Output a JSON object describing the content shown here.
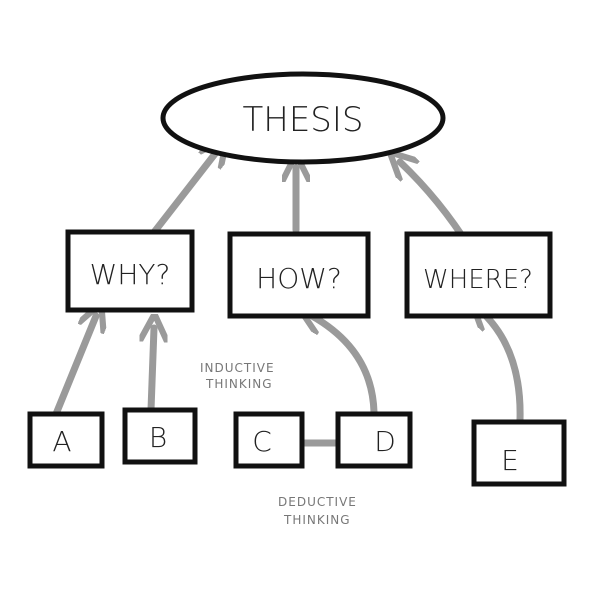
{
  "thesis": "THESIS",
  "questions": [
    "WHY?",
    "HOW?",
    "WHERE?"
  ],
  "evidence": [
    "A",
    "B",
    "C",
    "D",
    "E"
  ],
  "annotations": {
    "inductive_1": "INDUCTIVE",
    "inductive_2": "THINKING",
    "deductive_1": "DEDUCTIVE",
    "deductive_2": "THINKING"
  },
  "colors": {
    "stroke": "#111111",
    "arrow": "#9a9a9a"
  }
}
